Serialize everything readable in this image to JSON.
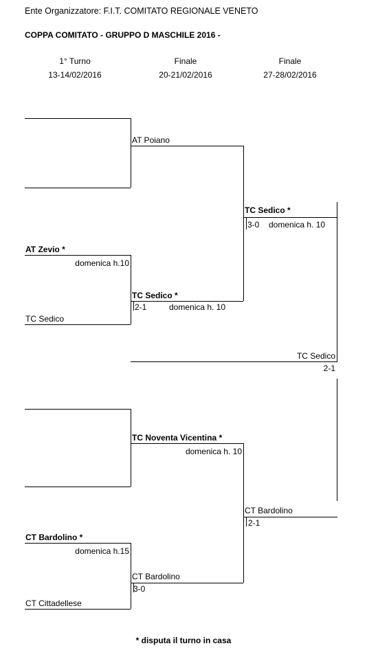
{
  "header": {
    "organizer": "Ente Organizzatore: F.I.T. COMITATO REGIONALE VENETO",
    "title": "COPPA COMITATO - GRUPPO D MASCHILE 2016 -"
  },
  "rounds": [
    {
      "name": "1° Turno",
      "dates": "13-14/02/2016"
    },
    {
      "name": "Finale",
      "dates": "20-21/02/2016"
    },
    {
      "name": "Finale",
      "dates": "27-28/02/2016"
    }
  ],
  "bracket": {
    "r2_m1": {
      "team": "AT Poiano"
    },
    "r1_m2": {
      "team1": "AT Zevio *",
      "note": "domenica h.10",
      "team2": "TC Sedico"
    },
    "r2_m2": {
      "team": "TC Sedico *",
      "score": "2-1",
      "note": "domenica h. 10"
    },
    "r3_top": {
      "team": "TC Sedico *",
      "score": "3-0",
      "note": "domenica h. 10"
    },
    "winner": {
      "team": "TC Sedico",
      "score": "2-1"
    },
    "r2_m3": {
      "team": "TC Noventa Vicentina *",
      "note": "domenica h. 10"
    },
    "r3_bottom": {
      "team": "CT Bardolino",
      "score": "2-1"
    },
    "r1_m4": {
      "team1": "CT Bardolino *",
      "note": "domenica h.15",
      "team2": "CT Cittadellese"
    },
    "r2_m4": {
      "team": "CT Bardolino",
      "score": "3-0"
    }
  },
  "footer": {
    "note": "* disputa il turno in casa"
  }
}
